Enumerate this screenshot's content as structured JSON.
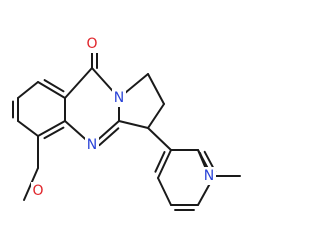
{
  "molecule": {
    "atoms": {
      "carbonyl_o": {
        "label": "O",
        "color": "#e0242a"
      },
      "ring_n1": {
        "label": "N",
        "color": "#2b44d8"
      },
      "ring_n3": {
        "label": "N",
        "color": "#2b44d8"
      },
      "amine_n": {
        "label": "N",
        "color": "#2b44d8"
      },
      "methoxy_o": {
        "label": "O",
        "color": "#e0242a"
      }
    },
    "bond_color": "#1a1a1a"
  }
}
